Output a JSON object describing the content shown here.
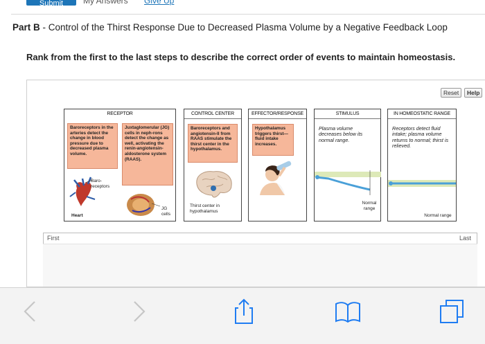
{
  "header": {
    "submit_label": "Submit",
    "my_answers_label": "My Answers",
    "give_up_label": "Give Up"
  },
  "part": {
    "prefix": "Part B",
    "title": " - Control of the Thirst Response Due to Decreased Plasma Volume by a Negative Feedback Loop",
    "instructions": "Rank from the first to the last steps to describe the correct order of events to maintain homeostasis."
  },
  "buttons": {
    "reset": "Reset",
    "help": "Help"
  },
  "cards": {
    "receptor": {
      "heading": "RECEPTOR",
      "box1": "Baroreceptors in the arteries detect the change in blood pressure due to decreased plasma volume.",
      "box2": "Juxtaglomerular (JG) cells in neph-rons detect the change as well, activating the renin-angiotensin-aldosterone system (RAAS).",
      "label_baro": "Baro-receptors",
      "label_heart": "Heart",
      "label_jg": "JG cells"
    },
    "control_center": {
      "heading": "CONTROL CENTER",
      "box": "Baroreceptors and angiotensin-II from RAAS stimulate the thirst center in the hypothalamus.",
      "label": "Thirst center in hypothalamus"
    },
    "effector": {
      "heading": "EFFECTOR/RESPONSE",
      "box": "Hypothalamus triggers thirst—fluid intake increases."
    },
    "stimulus": {
      "heading": "STIMULUS",
      "text": "Plasma volume decreases below its normal range.",
      "label": "Normal range"
    },
    "homeostatic": {
      "heading": "IN HOMEOSTATIC RANGE",
      "text": "Receptors detect fluid intake; plasma volume returns to normal; thirst is relieved.",
      "label": "Normal range"
    }
  },
  "answer_area": {
    "first_label": "First",
    "last_label": "Last"
  },
  "toolbar": {
    "back_icon": "chevron-left-icon",
    "forward_icon": "chevron-right-icon",
    "share_icon": "share-icon",
    "bookmarks_icon": "book-icon",
    "tabs_icon": "tabs-icon"
  }
}
